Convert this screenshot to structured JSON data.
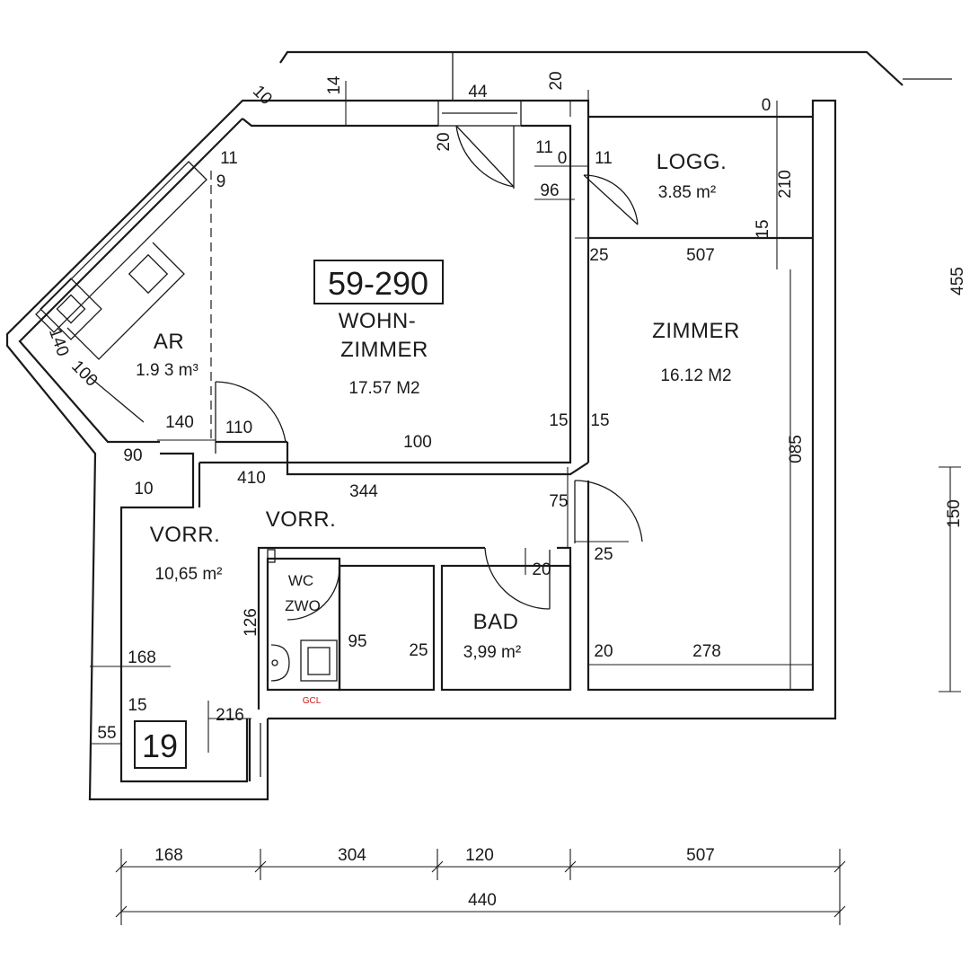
{
  "unit_label": "59-290",
  "unit_number": "19",
  "rooms": {
    "wohnzimmer": {
      "name_line1": "WOHN-",
      "name_line2": "ZIMMER",
      "area": "17.57 M2"
    },
    "zimmer": {
      "name": "ZIMMER",
      "area": "16.12 M2"
    },
    "loggia": {
      "name": "LOGG.",
      "area": "3.85 m²"
    },
    "ar": {
      "name": "AR",
      "area": "1.9 3 m³"
    },
    "vorr_left": {
      "name": "VORR.",
      "area": "10,65 m²"
    },
    "vorr_mid": {
      "name": "VORR."
    },
    "bad": {
      "name": "BAD",
      "area": "3,99 m²"
    },
    "wc": {
      "line1": "WC",
      "line2": "ZWO"
    },
    "gcl_mark": "GCL"
  },
  "dimensions": {
    "d10": "10",
    "d14": "14",
    "d44": "44",
    "d20_top": "20",
    "d0": "0",
    "d20_door": "20",
    "d11_a": "11",
    "d0_b": "0",
    "d11_b": "11",
    "d96": "96",
    "d210": "210",
    "d15_log": "15",
    "d25_log": "25",
    "d507_log": "507",
    "d455": "455",
    "d11_ar": "11",
    "d9_ar": "9",
    "d140_ar": "140",
    "d100_ar": "100",
    "d15_wz": "15",
    "d15_z": "15",
    "d100_wz": "100",
    "d140": "140",
    "d110": "110",
    "d90": "90",
    "d10_b": "10",
    "d410": "410",
    "d344": "344",
    "d75": "75",
    "d25_z": "25",
    "d085": "085",
    "d150": "150",
    "d20_bad": "20",
    "d126": "126",
    "d95": "95",
    "d25_bad": "25",
    "d20_z": "20",
    "d278": "278",
    "d168_l": "168",
    "d15_l": "15",
    "d216": "216",
    "d55": "55",
    "b168": "168",
    "b304": "304",
    "b120": "120",
    "b507": "507",
    "b440": "440"
  }
}
